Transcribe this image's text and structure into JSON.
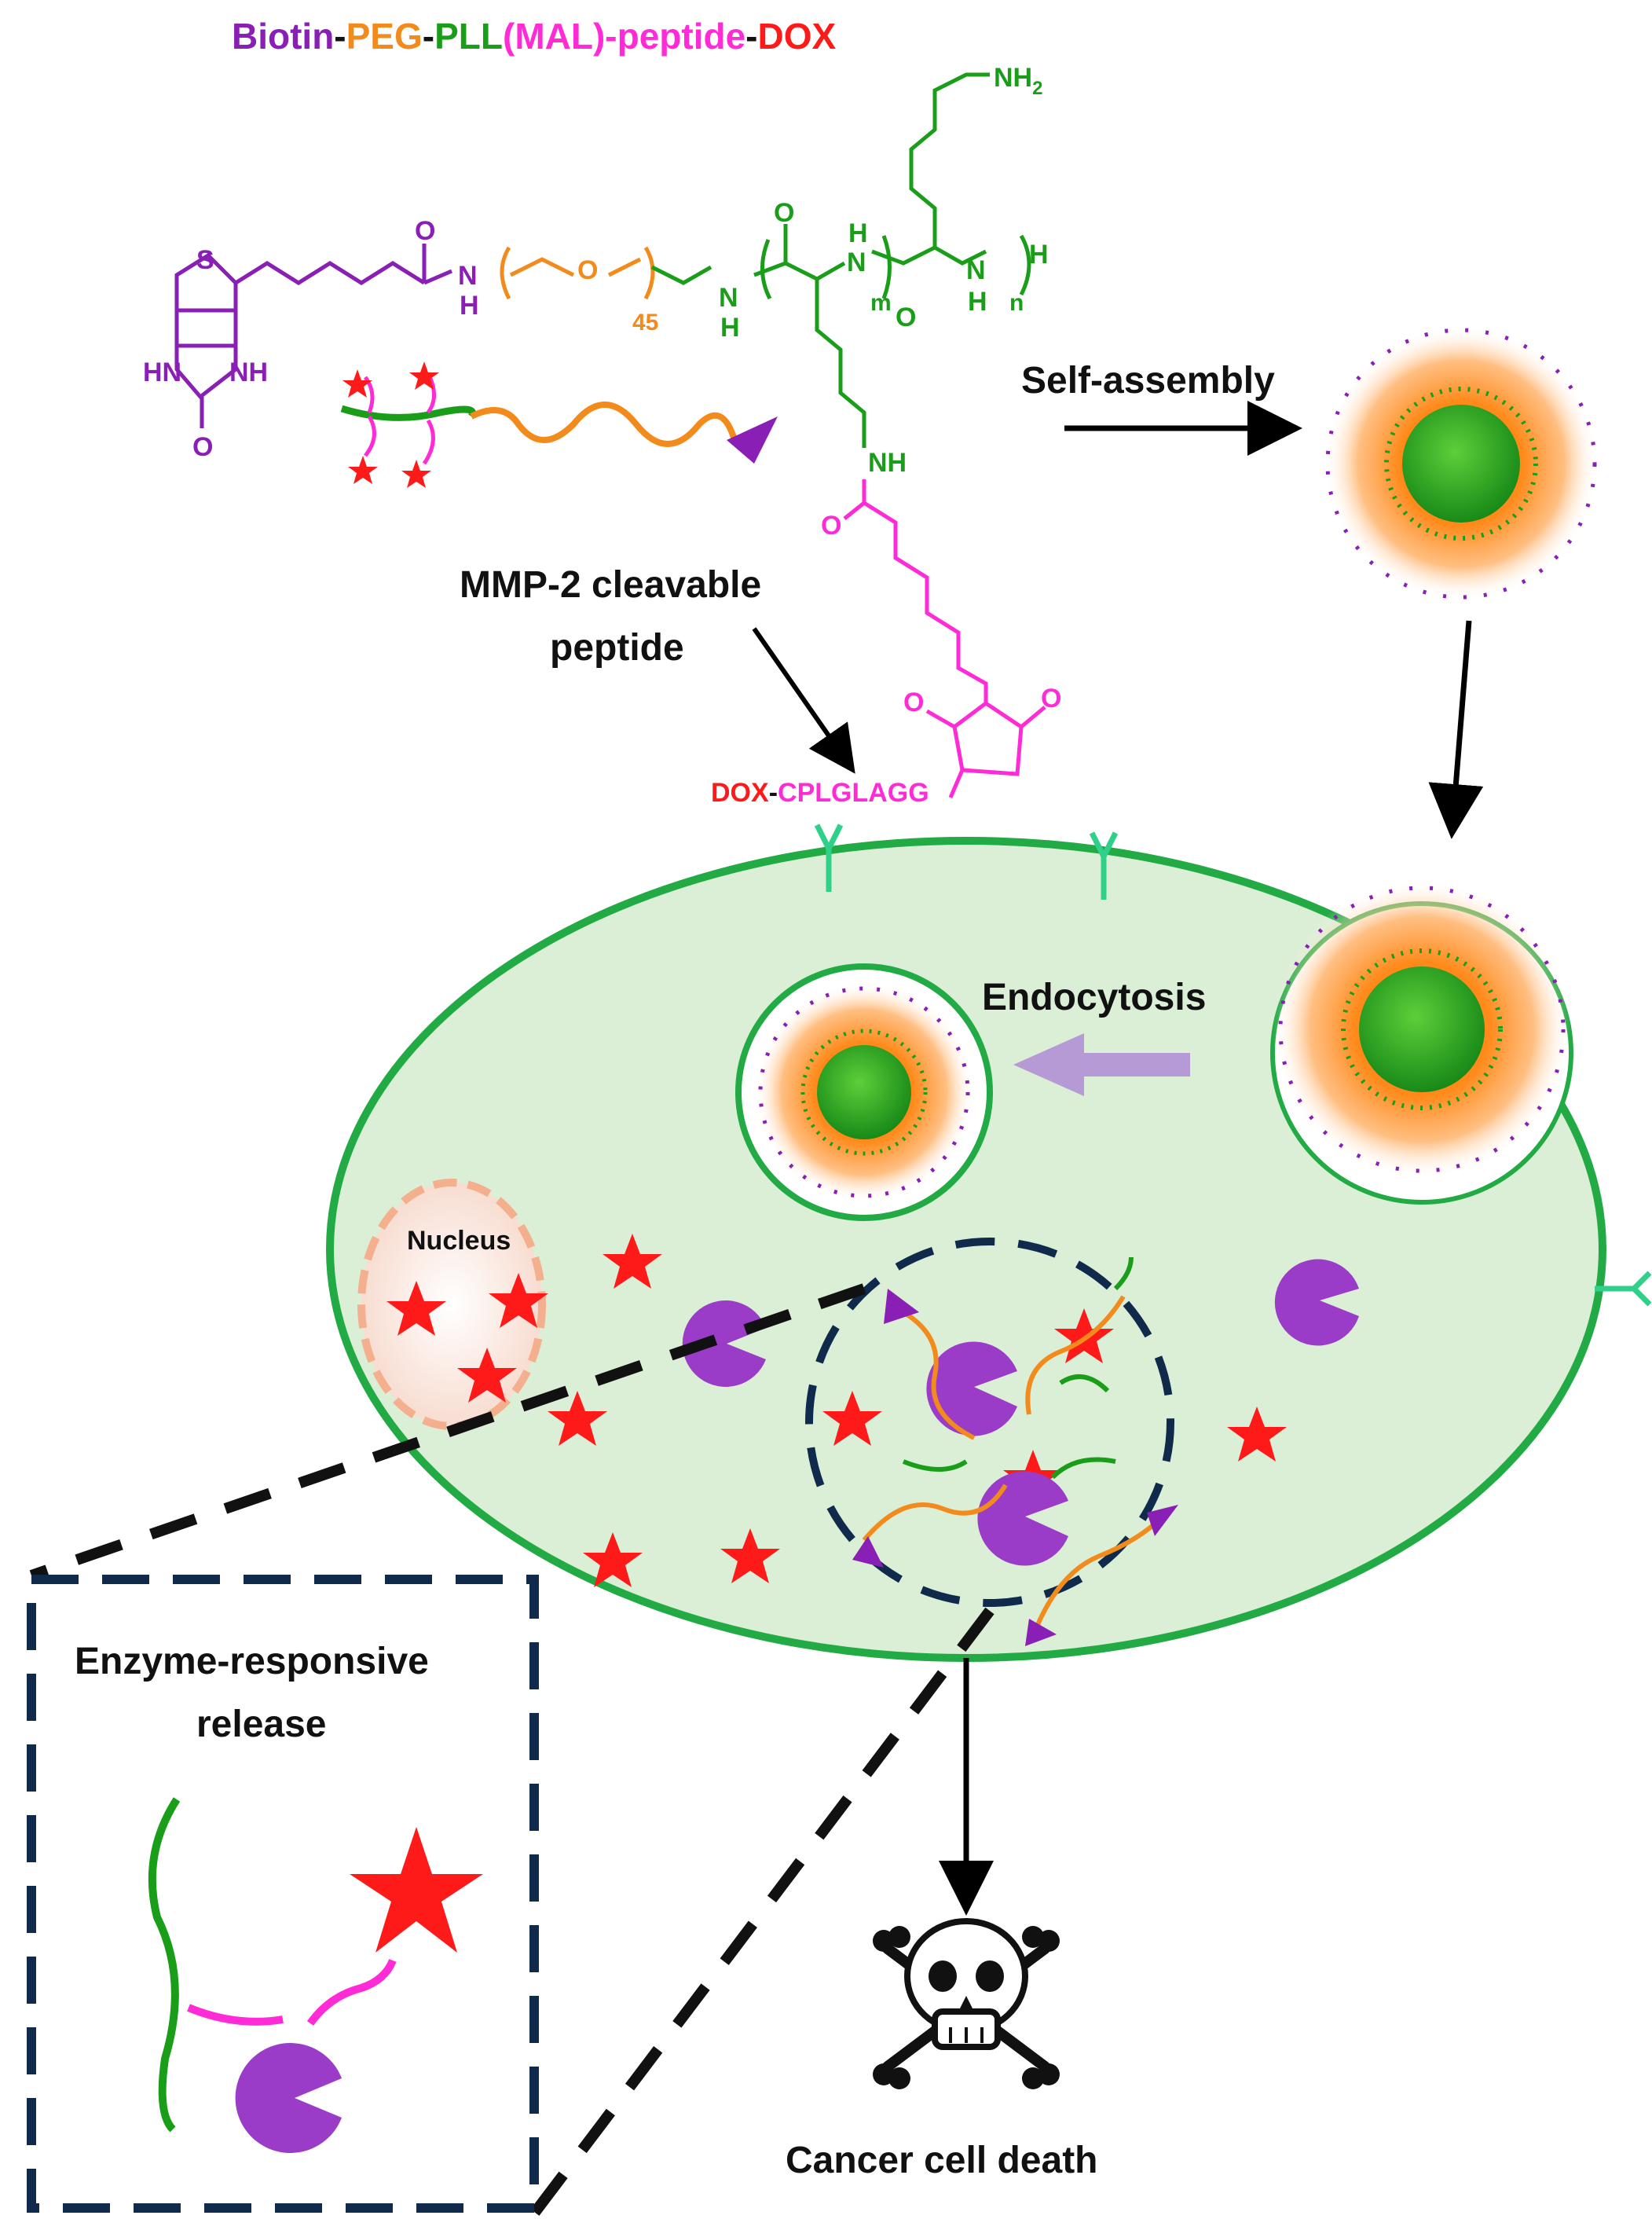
{
  "title": {
    "biotin": "Biotin",
    "d1": "-",
    "peg": "PEG",
    "d2": "-",
    "pll": "PLL",
    "mal": "(MAL)-peptide",
    "d3": "-",
    "dox": "DOX"
  },
  "structure": {
    "s": "S",
    "o1": "O",
    "nh_left": "HN",
    "nh_right": "NH",
    "o_urea": "O",
    "o_amide": "O",
    "n_peg": "N",
    "h_peg": "H",
    "o_peg": "O",
    "peg_n": "45",
    "n_pll": "N",
    "h_pll": "H",
    "o_pll1": "O",
    "nh_pll": "N",
    "h_pll2": "H",
    "m": "m",
    "o_pll2": "O",
    "nh_end": "N",
    "h_end": "H",
    "n_sub": "n",
    "h_term": "H",
    "nh2": "NH",
    "nh2_sub": "2",
    "nh_side": "NH",
    "o_mal": "O",
    "o_ring1": "O",
    "o_ring2": "O",
    "dox_label": "DOX",
    "dash": "-",
    "peptide_seq": "CPLGLAGG"
  },
  "labels": {
    "self_assembly": "Self-assembly",
    "mmp2_line1": "MMP-2 cleavable",
    "mmp2_line2": "peptide",
    "endocytosis": "Endocytosis",
    "nucleus": "Nucleus",
    "enzyme_line1": "Enzyme-responsive",
    "enzyme_line2": "release",
    "cancer_death": "Cancer cell death"
  },
  "colors": {
    "biotin": "#8a1fb5",
    "peg": "#f28a1c",
    "pll": "#1a9e1a",
    "mal": "#ff2bd6",
    "dox": "#ff1a1a",
    "enzyme": "#9a3cc8",
    "cell_fill": "#dbeed6",
    "cell_border": "#22aa44",
    "receptor": "#2fd08a",
    "dash_box": "#0f2a4a"
  },
  "icons": [
    "skull-crossbones-icon",
    "enzyme-pacman-icon",
    "dox-star-icon",
    "biotin-triangle-icon",
    "receptor-y-icon"
  ]
}
